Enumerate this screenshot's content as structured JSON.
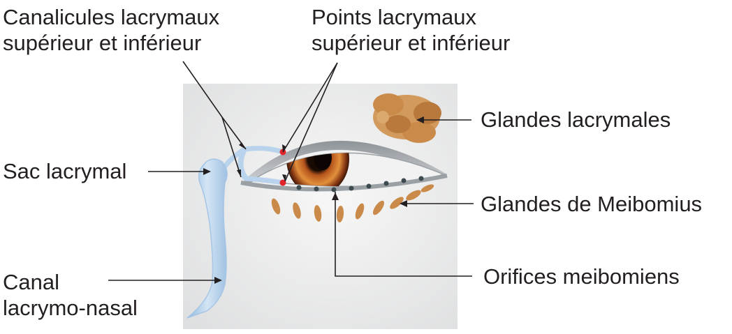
{
  "labels": {
    "canalicules": {
      "line1": "Canalicules lacrymaux",
      "line2": "supérieur et inférieur"
    },
    "points": {
      "line1": "Points lacrymaux",
      "line2": "supérieur et inférieur"
    },
    "glandes_lacrymales": "Glandes lacrymales",
    "sac_lacrymal": "Sac lacrymal",
    "glandes_meibomius": "Glandes de Meibomius",
    "canal": {
      "line1": "Canal",
      "line2": "lacrymo-nasal"
    },
    "orifices": "Orifices meibomiens"
  },
  "colors": {
    "background_panel": "#e9eaeb",
    "lacrimal_system": "#b9d3ec",
    "gland": "#c98a4a",
    "point_marker": "#e0262b",
    "orifice_marker": "#3d4a50",
    "iris": "#8a3a14",
    "leader_line": "#231f20"
  }
}
